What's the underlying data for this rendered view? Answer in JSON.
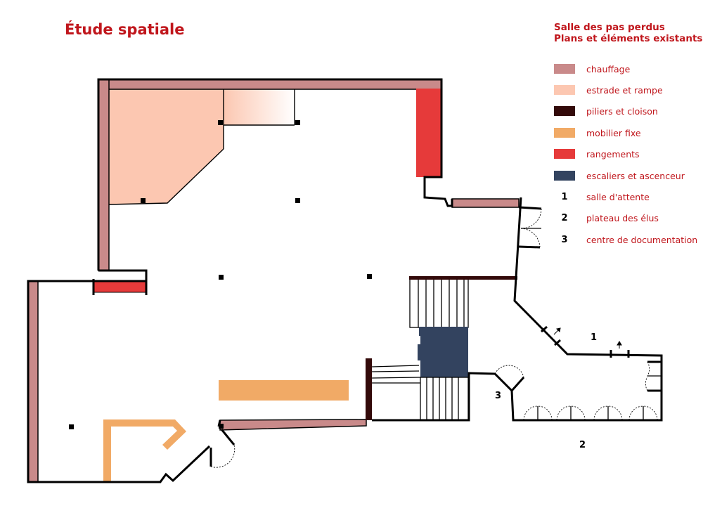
{
  "title": "Étude spatiale",
  "header": {
    "line1": "Salle des pas perdus",
    "line2": "Plans et éléments existants"
  },
  "legend": [
    {
      "type": "swatch",
      "color": "#c98a8a",
      "label": "chauffage"
    },
    {
      "type": "swatch",
      "color": "#fcc7b1",
      "label": "estrade et rampe"
    },
    {
      "type": "swatch",
      "color": "#330a0a",
      "label": "piliers et cloison"
    },
    {
      "type": "swatch",
      "color": "#f1aa66",
      "label": "mobilier fixe"
    },
    {
      "type": "swatch",
      "color": "#e63a3a",
      "label": "rangements"
    },
    {
      "type": "swatch",
      "color": "#33435f",
      "label": "escaliers et ascenceur"
    },
    {
      "type": "number",
      "number": "1",
      "label": "salle d'attente"
    },
    {
      "type": "number",
      "number": "2",
      "label": "plateau des élus"
    },
    {
      "type": "number",
      "number": "3",
      "label": "centre de documentation"
    }
  ],
  "plan": {
    "marker_1": "1",
    "marker_2": "2",
    "marker_3": "3"
  },
  "colors": {
    "heating": "#c98a8a",
    "stage": "#fcc7b1",
    "pillar": "#330a0a",
    "furniture": "#f1aa66",
    "storage": "#e63a3a",
    "stairs": "#33435f",
    "accent_text": "#c0161c"
  }
}
